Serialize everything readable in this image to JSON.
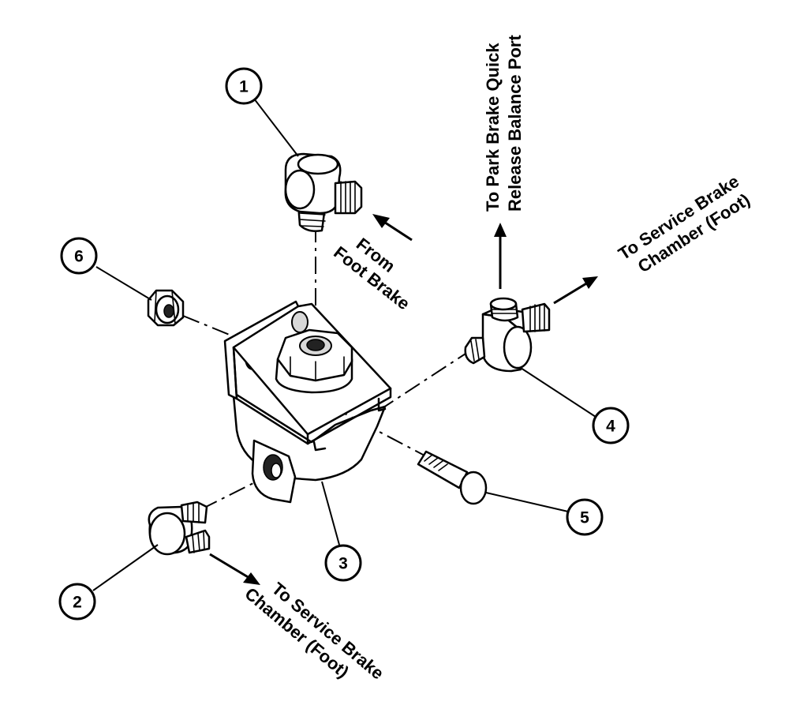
{
  "callouts": [
    "1",
    "2",
    "3",
    "4",
    "5",
    "6"
  ],
  "labels": {
    "from_foot_brake_line1": "From",
    "from_foot_brake_line2": "Foot Brake",
    "park_brake_line1": "To Park Brake Quick",
    "park_brake_line2": "Release Balance Port",
    "service_right_line1": "To Service Brake",
    "service_right_line2": "Chamber (Foot)",
    "service_left_line1": "To Service Brake",
    "service_left_line2": "Chamber (Foot)"
  }
}
